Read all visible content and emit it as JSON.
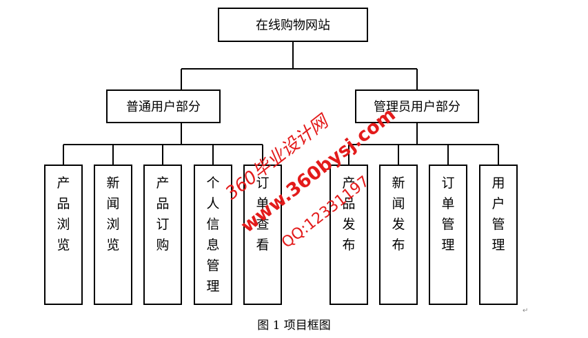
{
  "diagram": {
    "root": "在线购物网站",
    "branches": [
      {
        "label": "普通用户部分",
        "children": [
          "产品浏览",
          "新闻浏览",
          "产品订购",
          "个人信息管理",
          "订单查看"
        ]
      },
      {
        "label": "管理员用户部分",
        "children": [
          "产品发布",
          "新闻发布",
          "订单管理",
          "用户管理"
        ]
      }
    ]
  },
  "caption": "图 1  项目框图",
  "paragraph_mark": "↵",
  "watermark": {
    "line1": "360毕业设计网",
    "line2": "www.360bysj.com",
    "line3": "QQ:12331197",
    "color": "#e31b1b"
  }
}
